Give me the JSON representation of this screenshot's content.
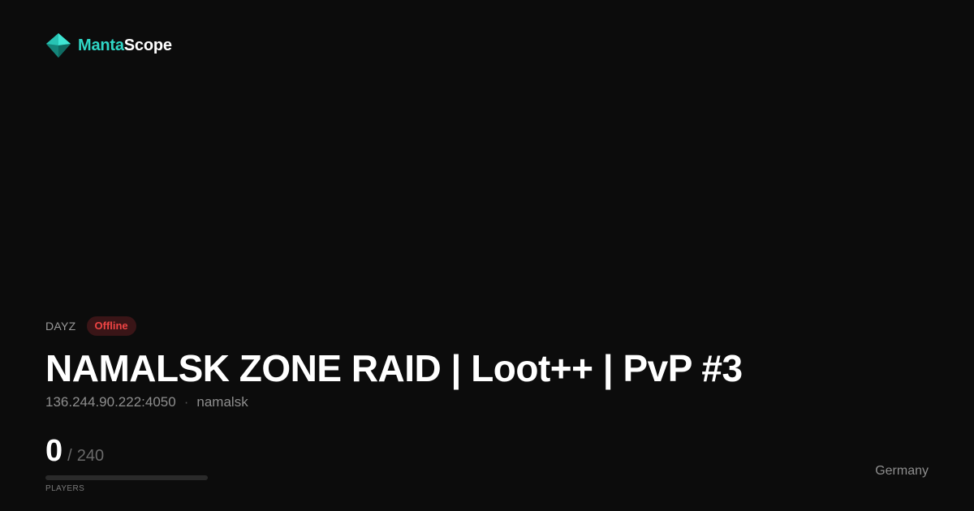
{
  "brand": {
    "name_part_1": "Manta",
    "name_part_2": "Scope",
    "logo_icon": "diamond-logo-icon",
    "accent_color": "#2fd6c6"
  },
  "server": {
    "game": "DAYZ",
    "status": "Offline",
    "status_color": "#ef4444",
    "name": "NAMALSK ZONE RAID | Loot++ | PvP #3",
    "address": "136.244.90.222:4050",
    "separator": "·",
    "map": "namalsk",
    "players": {
      "current": "0",
      "slash": "/",
      "max": "240",
      "fill_fraction": 0,
      "label": "PLAYERS"
    },
    "country": "Germany"
  },
  "theme": {
    "background": "#0c0c0c",
    "text": "#ffffff",
    "muted": "#8e8e8e"
  }
}
